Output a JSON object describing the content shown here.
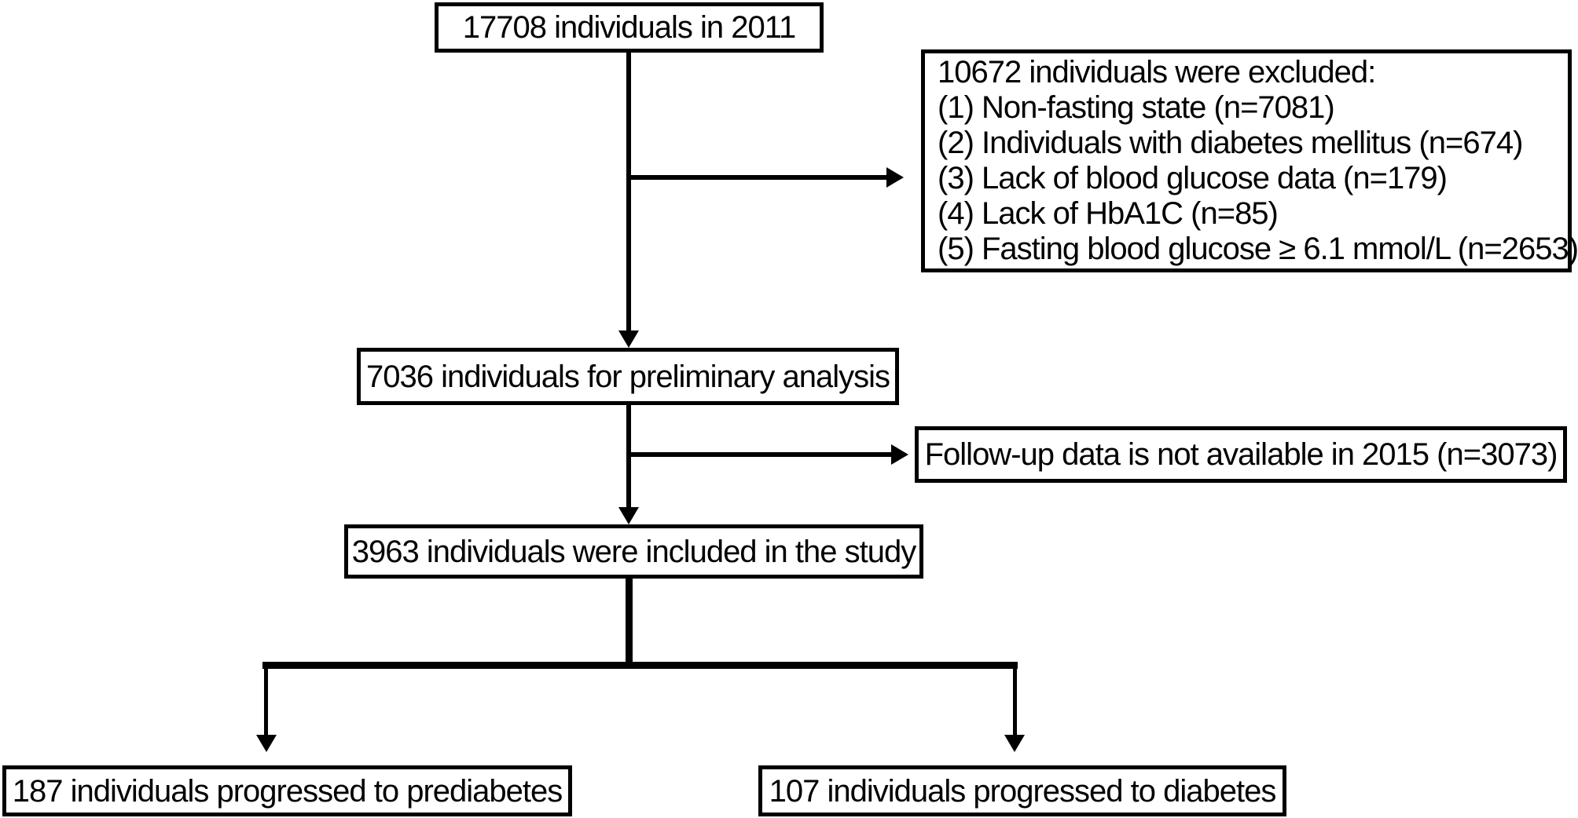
{
  "flow": {
    "initial": {
      "label": "17708 individuals in 2011"
    },
    "excluded": {
      "title": "10672 individuals were excluded:",
      "items": [
        "(1) Non-fasting state (n=7081)",
        "(2) Individuals with diabetes mellitus (n=674)",
        "(3) Lack of blood glucose data (n=179)",
        "(4) Lack of HbA1C (n=85)",
        "(5) Fasting blood glucose ≥ 6.1 mmol/L (n=2653)"
      ]
    },
    "preliminary": {
      "label": "7036 individuals for preliminary analysis"
    },
    "followup_excluded": {
      "label": "Follow-up data is not available in 2015 (n=3073)"
    },
    "included": {
      "label": "3963 individuals were included in the study"
    },
    "outcomes": {
      "prediabetes": {
        "label": "187 individuals progressed to prediabetes"
      },
      "diabetes": {
        "label": "107 individuals progressed to diabetes"
      }
    },
    "colors": {
      "line": "#000000",
      "text": "#000000",
      "background": "#ffffff"
    }
  }
}
